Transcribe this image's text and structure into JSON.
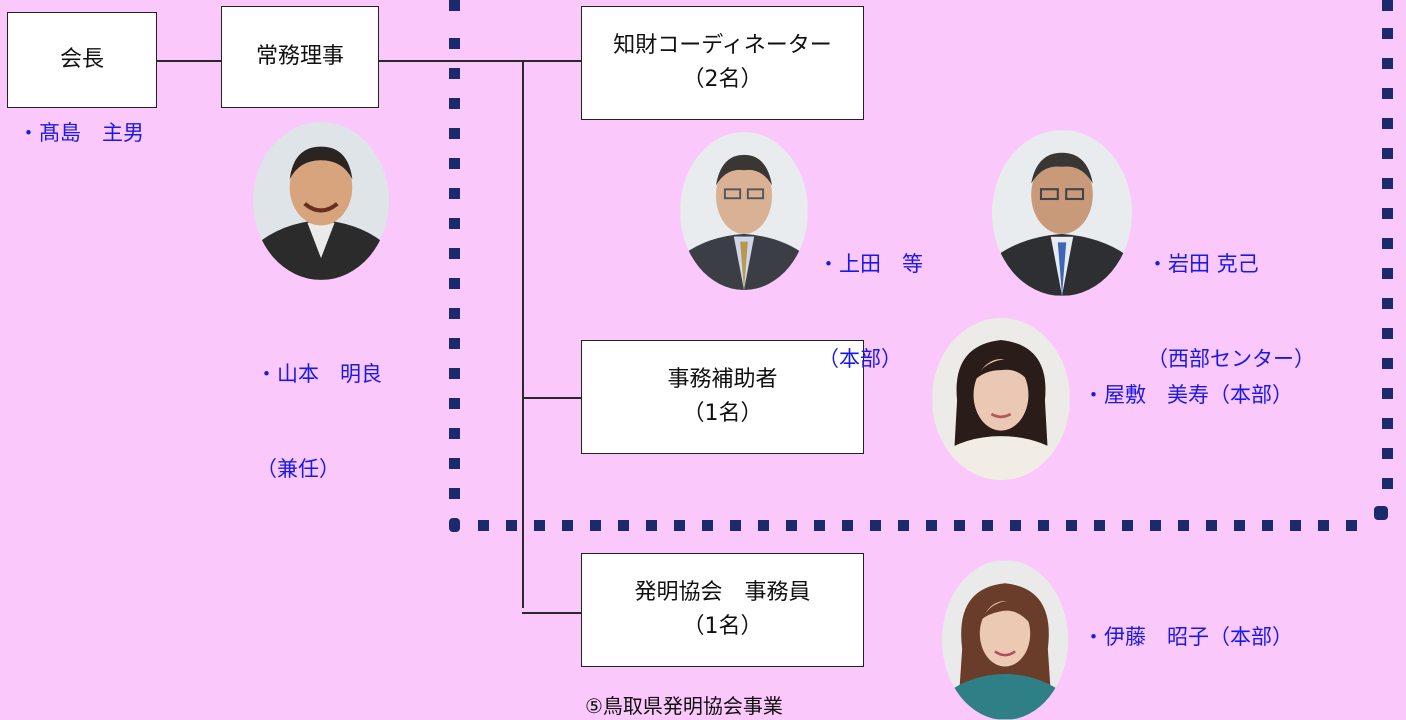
{
  "boxes": {
    "chair": "会長",
    "director": "常務理事",
    "coordinator_title": "知財コーディネーター",
    "coordinator_count": "（2名）",
    "assistant_title": "事務補助者",
    "assistant_count": "（1名）",
    "clerk_title": "発明協会　事務員",
    "clerk_count": "（1名）"
  },
  "people": {
    "takashima": "・髙島　主男",
    "yamamoto_name": "・山本　明良",
    "yamamoto_role": "（兼任）",
    "ueda_name": "・上田　等",
    "ueda_loc": "（本部）",
    "iwata_name": "・岩田 克己",
    "iwata_loc": "（西部センター）",
    "yashiki": "・屋敷　美寿（本部）",
    "ito": "・伊藤　昭子（本部）"
  },
  "caption": "⑤鳥取県発明協会事業",
  "colors": {
    "background": "#fbc8fb",
    "dotted_border": "#1a2a6c",
    "name_text": "#1a1ae6"
  },
  "icons": {
    "photos": [
      "person-photo-icon"
    ]
  }
}
